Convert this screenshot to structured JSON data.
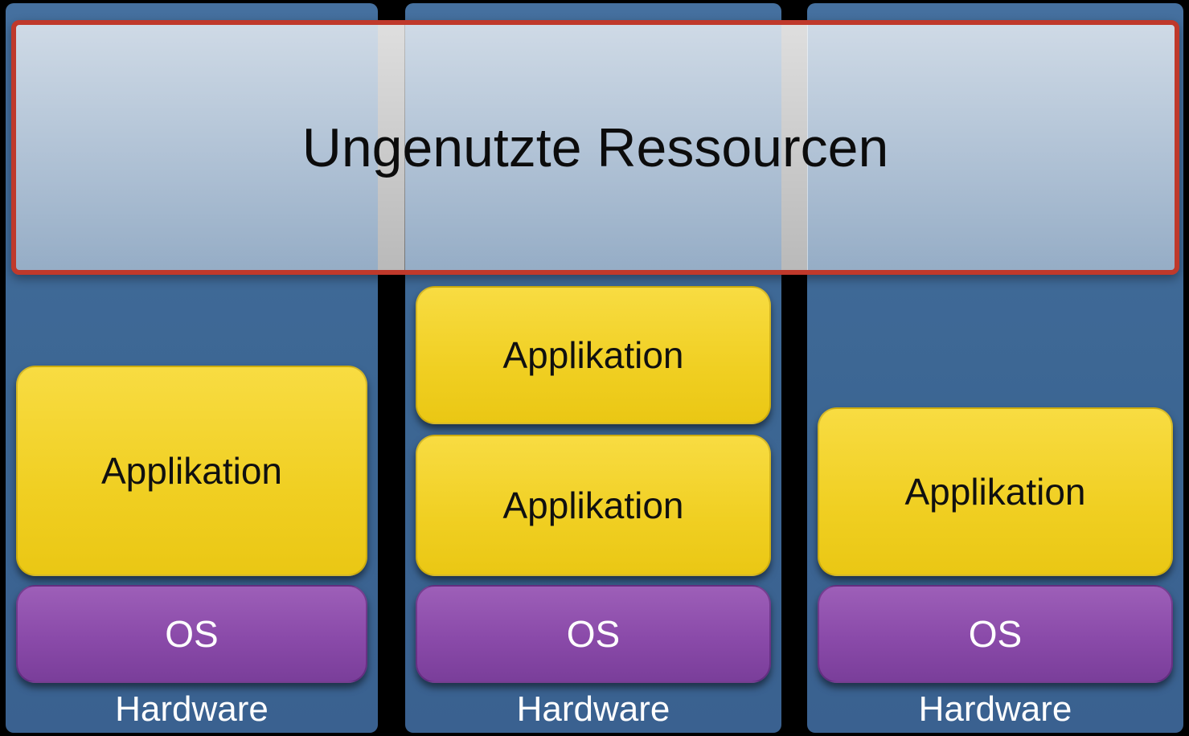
{
  "overlay": {
    "label": "Ungenutzte Ressourcen",
    "border_color": "#bf392b"
  },
  "columns": [
    {
      "apps": [
        "Applikation"
      ],
      "os": "OS",
      "hardware": "Hardware"
    },
    {
      "apps": [
        "Applikation",
        "Applikation"
      ],
      "os": "OS",
      "hardware": "Hardware"
    },
    {
      "apps": [
        "Applikation"
      ],
      "os": "OS",
      "hardware": "Hardware"
    }
  ],
  "colors": {
    "background": "#000000",
    "column_blue": "#3e6896",
    "application_yellow": "#f0cf22",
    "os_purple": "#8a4aa9",
    "overlay_border_red": "#bf392b"
  }
}
